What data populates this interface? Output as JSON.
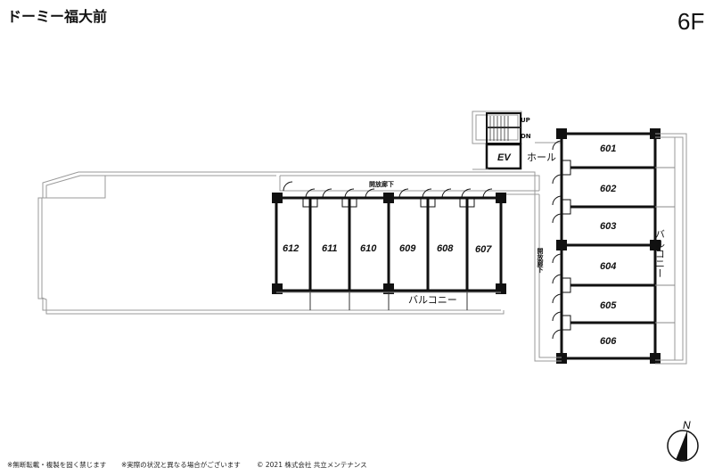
{
  "header": {
    "building_name": "ドーミー福大前",
    "floor": "6F"
  },
  "core": {
    "elevator": "EV",
    "hall": "ホール",
    "stairs_up": "UP",
    "stairs_down": "DN"
  },
  "corridor_label": "開放廊下",
  "balcony_label": "バルコニー",
  "units_right": [
    "601",
    "602",
    "603",
    "604",
    "605",
    "606"
  ],
  "units_left": [
    "612",
    "611",
    "610",
    "609",
    "608",
    "607"
  ],
  "compass": {
    "north": "N"
  },
  "footer": {
    "notice1": "※無断転載・複製を固く禁じます",
    "notice2": "※実際の状況と異なる場合がございます",
    "copyright": "© 2021 株式会社 共立メンテナンス"
  }
}
